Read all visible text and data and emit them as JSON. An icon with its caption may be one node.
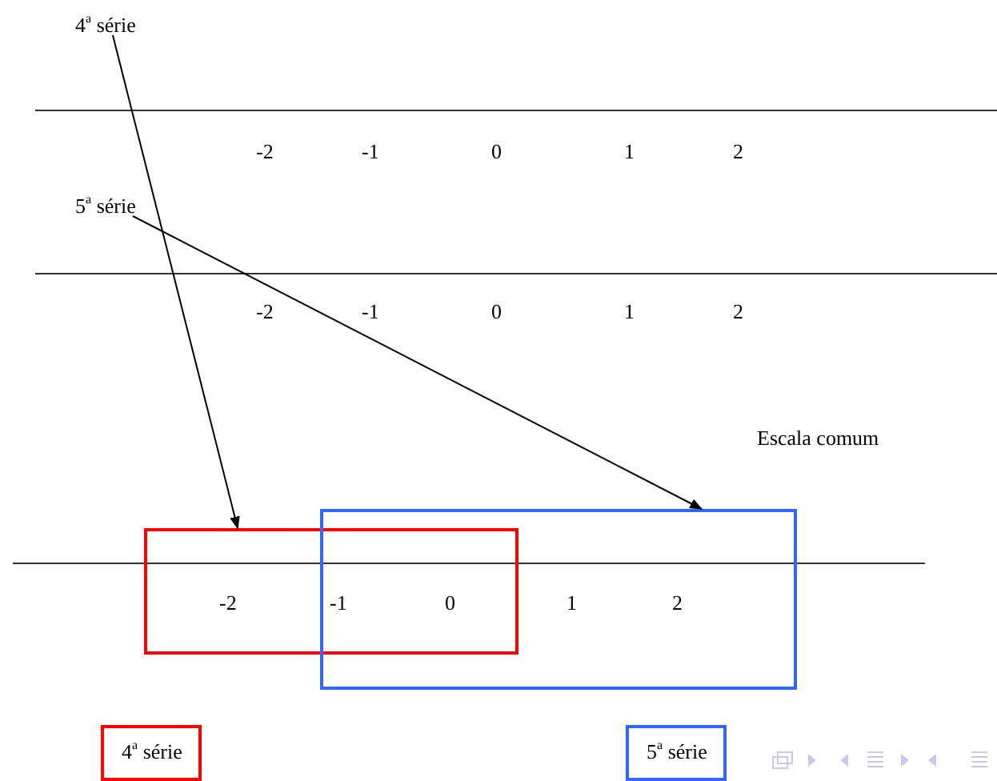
{
  "diagram": {
    "nodes": [
      {
        "text": [
          "4$^{a}$ série"
        ]
      },
      {
        "text": [
          "5$^{a}$ série"
        ]
      },
      {
        "text": [],
        "shape": "box"
      },
      {
        "text": [],
        "shape": "box"
      }
    ],
    "edges": [
      {
        "from": 0,
        "to": 2,
        "arrow": "to"
      },
      {
        "from": 1,
        "to": 3,
        "arrow": "to"
      }
    ],
    "labels": [
      "-2",
      "-1",
      "0",
      "1",
      "2",
      "-2",
      "-1",
      "0",
      "1",
      "2",
      "Escala comum",
      "-2",
      "-1",
      "0",
      "1",
      "2"
    ],
    "legend": [
      {
        "text": "4$^{a}$ série",
        "color": "#ff0000"
      },
      {
        "text": "5$^{a}$ série",
        "color": "#3366ff"
      }
    ]
  }
}
